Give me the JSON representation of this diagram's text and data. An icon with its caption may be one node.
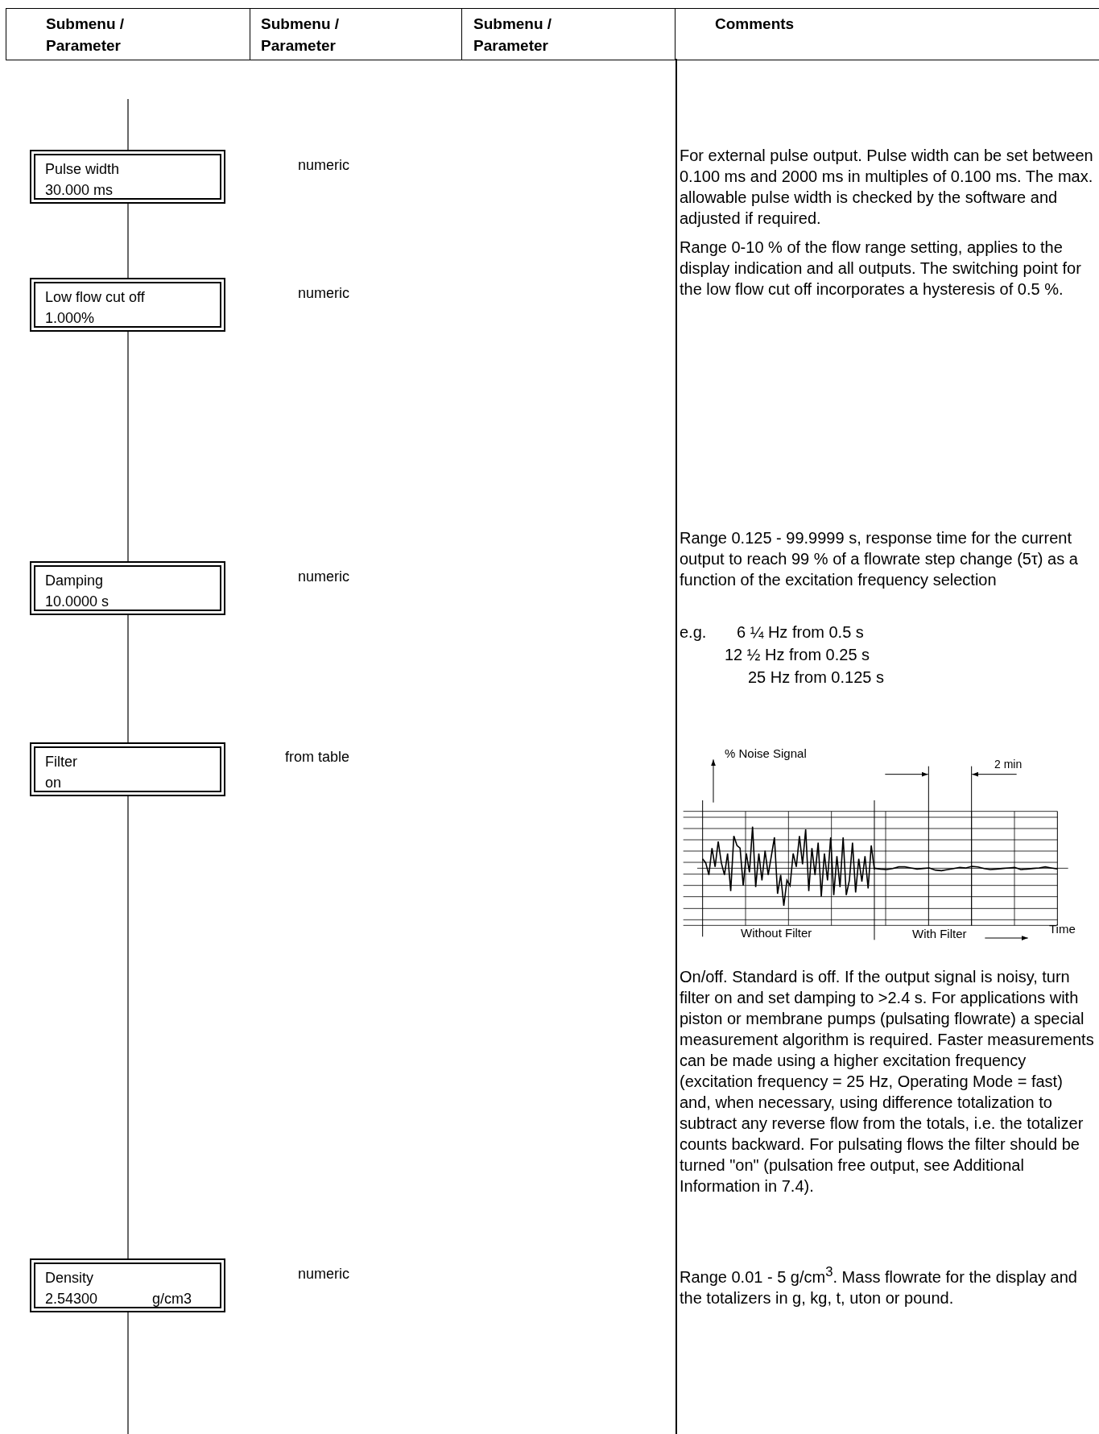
{
  "diagram": {
    "nodes": [
      {
        "text": [
          "Pulse width",
          "30.000 ms"
        ]
      },
      {
        "text": [
          "Low flow cut off",
          "1.000%"
        ]
      },
      {
        "text": [
          "Damping",
          "10.0000 s"
        ]
      },
      {
        "text": [
          "Filter",
          "on"
        ]
      },
      {
        "text": [
          "Density",
          "2.54300",
          "g/cm3"
        ]
      }
    ],
    "edges": [
      {
        "from": null,
        "to": 0,
        "arrow": "none"
      },
      {
        "from": 0,
        "to": 1,
        "arrow": "none"
      },
      {
        "from": 1,
        "to": 2,
        "arrow": "none"
      },
      {
        "from": 2,
        "to": 3,
        "arrow": "none"
      },
      {
        "from": 3,
        "to": 4,
        "arrow": "none"
      },
      {
        "from": 4,
        "to": null,
        "arrow": "none"
      }
    ],
    "labels": [
      "Submenu / Parameter",
      "Submenu / Parameter",
      "Submenu / Parameter",
      "Comments",
      "numeric",
      "For external pulse output. Pulse width can be set between 0.100 ms and 2000 ms in multiples of 0.100 ms. The max. allowable pulse width is checked by the software and adjusted if required.",
      "numeric",
      "Range 0-10 % of the flow range setting, applies to the display indication and all outputs. The switching point for the low flow cut off incorporates a hysteresis of 0.5 %.",
      "numeric",
      "Range 0.125 - 99.9999 s, response time for the current output to reach 99 % of a flowrate step change (5τ) as a function of the excitation frequency selection",
      "e.g.",
      "6 ¼ Hz from 0.5 s",
      "12 ½ Hz from 0.25 s",
      "25 Hz from 0.125 s",
      "from table",
      "% Noise Signal",
      "2 min",
      "Without Filter",
      "With Filter",
      "Time",
      "On/off. Standard is off. If the output signal is noisy, turn filter on and set damping to >2.4 s. For applications with piston or membrane pumps (pulsating flowrate) a special measurement algorithm is required. Faster measurements can be made using a higher excitation frequency (excitation frequency = 25 Hz, Operating Mode = fast) and, when necessary, using difference totalization to subtract any reverse flow from the totals, i.e. the totalizer counts backward. For pulsating flows the filter should be turned \"on\" (pulsation free output, see Additional Information in 7.4).",
      "numeric",
      "Range 0.01 - 5 g/cm$^{3}$. Mass flowrate for the display and the totalizers in g, kg, t, uton or pound."
    ]
  }
}
